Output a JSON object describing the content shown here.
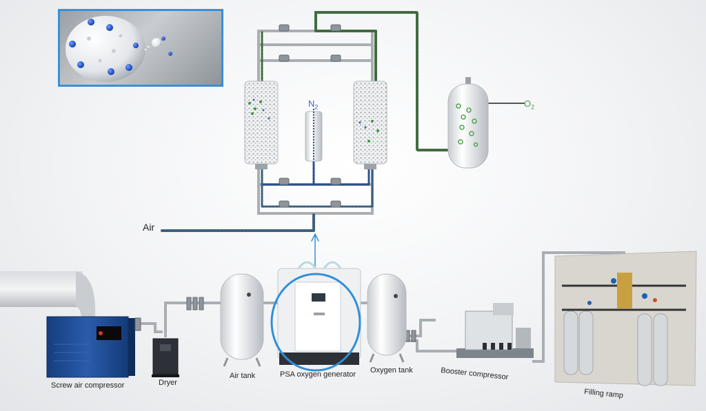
{
  "labels": {
    "air": "Air",
    "n2_main": "N",
    "n2_sub": "2",
    "o2_main": "O",
    "o2_sub": "2"
  },
  "equipment": {
    "screw_air_compressor": "Screw air compressor",
    "dryer": "Dryer",
    "air_tank": "Air tank",
    "psa_generator": "PSA oxygen generator",
    "oxygen_tank": "Oxygen tank",
    "booster_compressor": "Booster compressor",
    "filling_ramp": "Filling ramp"
  },
  "colors": {
    "oxygen_line": "#3f6b3f",
    "nitrogen_line": "#2a4f8f",
    "air_line": "#3a5f80",
    "pipe": "#a9aeb3",
    "highlight": "#2e8fd6",
    "oxygen_label": "#4aa34a",
    "nitrogen_label": "#3a68b8",
    "compressor_blue": "#1e4f9a"
  }
}
